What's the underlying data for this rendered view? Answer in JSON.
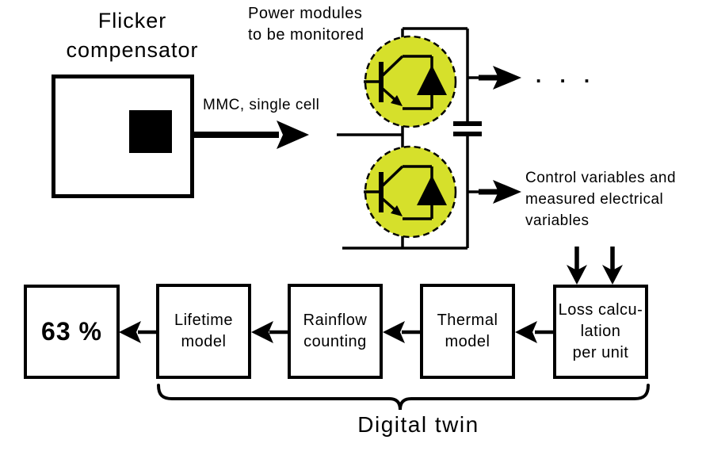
{
  "colors": {
    "ink": "#000000",
    "background": "#ffffff",
    "module_highlight": "#d6e02b"
  },
  "flicker_compensator": {
    "title_lines": [
      "Flicker",
      "compensator"
    ]
  },
  "labels": {
    "mmc_arrow": "MMC, single cell",
    "power_modules_lines": [
      "Power modules",
      "to be monitored"
    ],
    "ellipsis": ". . .",
    "control_variables_lines": [
      "Control variables and",
      "measured electrical",
      "variables"
    ]
  },
  "pipeline": {
    "stages": [
      {
        "name": "result",
        "lines": [
          "63 %"
        ]
      },
      {
        "name": "lifetime-model",
        "lines": [
          "Lifetime",
          "model"
        ]
      },
      {
        "name": "rainflow-counting",
        "lines": [
          "Rainflow",
          "counting"
        ]
      },
      {
        "name": "thermal-model",
        "lines": [
          "Thermal",
          "model"
        ]
      },
      {
        "name": "loss-calculation",
        "lines": [
          "Loss calcu-",
          "lation",
          "per unit"
        ]
      }
    ],
    "brace_label": "Digital twin"
  }
}
